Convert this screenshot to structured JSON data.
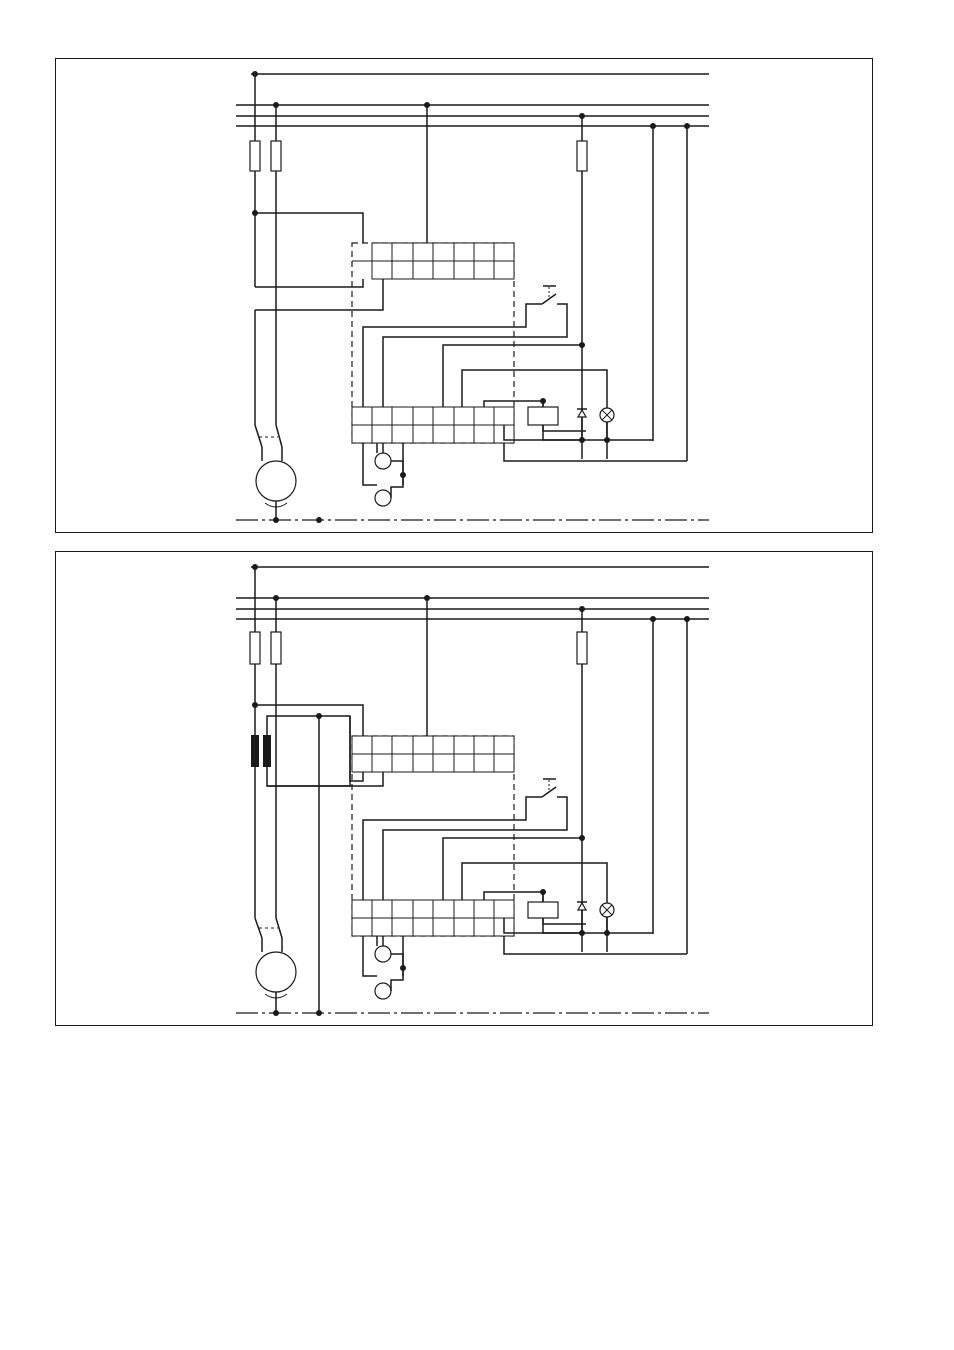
{
  "page": {
    "background": "#ffffff",
    "line_color": "#1a1a1a"
  },
  "diagrams": [
    {
      "id": "wiring-diagram-1",
      "variant": "direct-motor-connection"
    },
    {
      "id": "wiring-diagram-2",
      "variant": "current-transformer-connection"
    }
  ]
}
